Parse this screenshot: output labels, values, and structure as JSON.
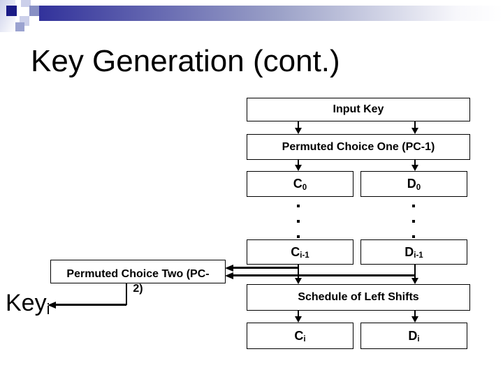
{
  "slide": {
    "title": "Key Generation (cont.)"
  },
  "colors": {
    "background": "#FFFFFF",
    "line": "#000000",
    "text": "#000000",
    "header_bar_start": "#32329B",
    "header_bar_end": "#FFFFFF",
    "accent_square_dark": "#1B1B86",
    "accent_square_medium": "#8890C4",
    "accent_square_light": "#CCD0EA"
  },
  "diagram": {
    "input_key": {
      "label": "Input Key"
    },
    "pc1": {
      "label": "Permuted Choice One (PC-1)"
    },
    "c0": {
      "base": "C",
      "sub": "0"
    },
    "d0": {
      "base": "D",
      "sub": "0"
    },
    "ci_prev": {
      "base": "C",
      "sub": "i-1"
    },
    "di_prev": {
      "base": "D",
      "sub": "i-1"
    },
    "pc2": {
      "label": "Permuted Choice Two (PC-2)",
      "line1": "Permuted Choice Two (PC-",
      "line2": "2)"
    },
    "schedule": {
      "label": "Schedule of Left Shifts"
    },
    "ci": {
      "base": "C",
      "sub": "i"
    },
    "di": {
      "base": "D",
      "sub": "i"
    },
    "key_output": {
      "base": "Key",
      "sub": "i"
    },
    "ellipsis": {
      "symbol": "▪",
      "count": 3
    }
  }
}
